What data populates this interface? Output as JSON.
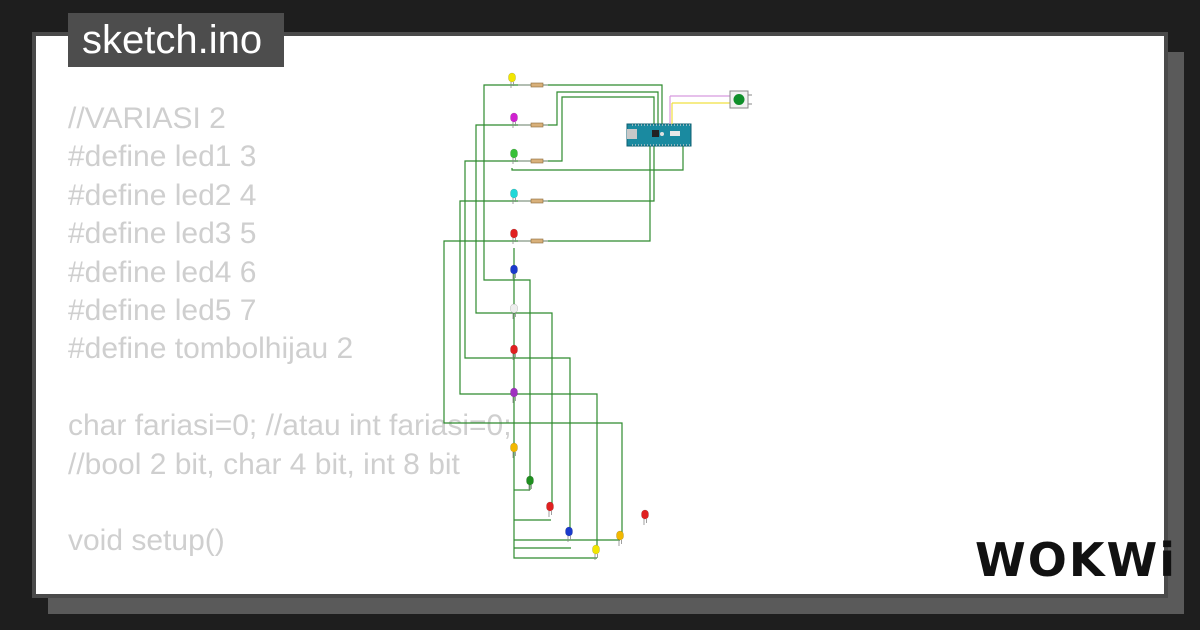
{
  "header": {
    "filename": "sketch.ino"
  },
  "code_lines": [
    "//VARIASI 2",
    "#define led1 3",
    "#define led2 4",
    "#define led3 5",
    "#define led4 6",
    "#define led5 7",
    "#define tombolhijau 2",
    "",
    "char fariasi=0; //atau int fariasi=0;",
    "//bool 2 bit, char 4 bit, int 8 bit",
    "",
    "void setup()"
  ],
  "brand": {
    "logo_text": "WOKWi"
  },
  "colors": {
    "background": "#1e1e1e",
    "card": "#ffffff",
    "code_text": "#cfcfcf",
    "wire": "#2e8b2e",
    "arduino_board": "#1a8aa0",
    "button": "#0f8f2a"
  },
  "circuit": {
    "leds": [
      {
        "color": "#f2e600"
      },
      {
        "color": "#d020d0"
      },
      {
        "color": "#38c038"
      },
      {
        "color": "#20d8d8"
      },
      {
        "color": "#e02020"
      },
      {
        "color": "#1a3acc"
      },
      {
        "color": "#eeeeee"
      },
      {
        "color": "#e02020"
      },
      {
        "color": "#a030c0"
      },
      {
        "color": "#f2b800"
      },
      {
        "color": "#1f8f1f"
      },
      {
        "color": "#e02020"
      },
      {
        "color": "#1a3acc"
      },
      {
        "color": "#f2e600"
      },
      {
        "color": "#f2b800"
      },
      {
        "color": "#e02020"
      }
    ]
  }
}
